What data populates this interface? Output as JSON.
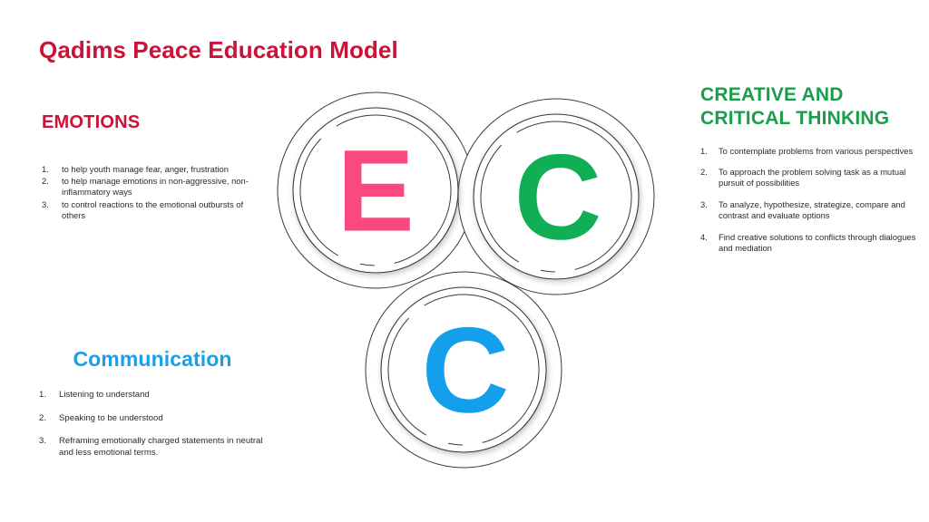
{
  "slide": {
    "title": "Qadims Peace Education Model",
    "background": "#FFFFFF"
  },
  "colors": {
    "title_red": "#CC1236",
    "emotions_pink": "#F9497F",
    "thinking_green": "#10AE55",
    "heading_green": "#1A9E4B",
    "communication_blue": "#139FEC",
    "heading_blue": "#1B9FE8",
    "body_text": "#2B2B2B",
    "circle_outline": "#3A3A3A"
  },
  "panels": {
    "emotions": {
      "heading": "EMOTIONS",
      "items": [
        {
          "num": "1.",
          "text": "to help youth manage fear, anger, frustration"
        },
        {
          "num": "2.",
          "text": "to help manage emotions in non-aggressive, non- inflammatory ways"
        },
        {
          "num": "3.",
          "text": "to control reactions to the emotional outbursts of others"
        }
      ]
    },
    "communication": {
      "heading": "Communication",
      "items": [
        {
          "num": "1.",
          "text": "Listening to understand"
        },
        {
          "num": "2.",
          "text": "Speaking to be understood"
        },
        {
          "num": "3.",
          "text": "Reframing emotionally charged statements in neutral and less emotional terms."
        }
      ]
    },
    "thinking": {
      "heading": "CREATIVE AND CRITICAL THINKING",
      "heading_line1": "CREATIVE AND",
      "heading_line2": "CRITICAL THINKING",
      "items": [
        {
          "num": "1.",
          "text": "To contemplate problems from various perspectives"
        },
        {
          "num": "2.",
          "text": "To approach the problem solving task as a mutual pursuit of possibilities"
        },
        {
          "num": "3.",
          "text": "To analyze, hypothesize, strategize, compare and contrast and evaluate options"
        },
        {
          "num": "4.",
          "text": "Find creative solutions to conflicts through dialogues and mediation"
        }
      ]
    }
  },
  "diagram": {
    "nodes": [
      {
        "id": "emotions",
        "letter": "E",
        "color": "#F9497F"
      },
      {
        "id": "thinking",
        "letter": "C",
        "color": "#10AE55"
      },
      {
        "id": "communication",
        "letter": "C",
        "color": "#139FEC"
      }
    ]
  }
}
